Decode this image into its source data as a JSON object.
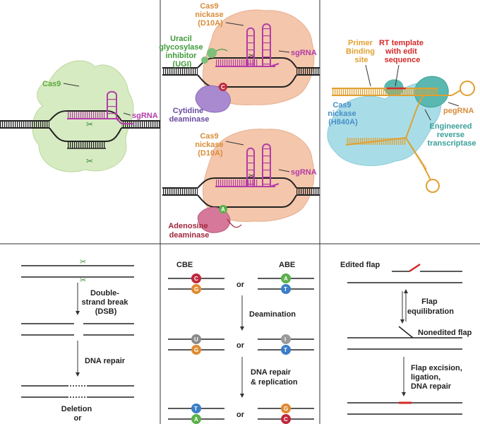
{
  "colors": {
    "cas9_green": "#5aa83c",
    "sgrna_magenta": "#b43ca8",
    "nickase_orange": "#d98c3a",
    "ugi_green": "#3f9a3a",
    "cytidine_purple": "#6a4aa0",
    "adenosine_red": "#a0283c",
    "rt_red": "#d62828",
    "primer_gold": "#e0a030",
    "h840a_blue": "#4a8ec8",
    "teal": "#3aa09a",
    "base_C": "#c0283c",
    "base_G": "#e08a30",
    "base_A": "#5ab04a",
    "base_T": "#3a7ec8",
    "base_U": "#8a8a8a",
    "base_I": "#9a9a9a"
  },
  "panel_cas9": {
    "cas9_label": "Cas9",
    "sgrna_label": "sgRNA"
  },
  "panel_base_editor": {
    "nickase_cbe": [
      "Cas9",
      "nickase",
      "(D10A)"
    ],
    "ugi": [
      "Uracil",
      "glycosylase",
      "inhibitor",
      "(UGI)"
    ],
    "sgrna_top": "sgRNA",
    "cytidine": [
      "Cytidine",
      "deaminase"
    ],
    "c_badge": "C",
    "nickase_abe": [
      "Cas9",
      "nickase",
      "(D10A)"
    ],
    "sgrna_bottom": "sgRNA",
    "a_badge": "A",
    "adenosine": [
      "Adenosine",
      "deaminase"
    ]
  },
  "panel_prime": {
    "primer_site": [
      "Primer",
      "Binding",
      "site"
    ],
    "rt_template": [
      "RT template",
      "with edit",
      "sequence"
    ],
    "nickase": [
      "Cas9",
      "nickase",
      "(H840A)"
    ],
    "pegrna": "pegRNA",
    "rt_enzyme": [
      "Engineered",
      "reverse",
      "transcriptase"
    ]
  },
  "steps_dsb": {
    "dsb": [
      "Double-",
      "strand break",
      "(DSB)"
    ],
    "repair": "DNA repair",
    "outcome": [
      "Deletion",
      "or"
    ]
  },
  "steps_base": {
    "cbe": "CBE",
    "abe": "ABE",
    "or": "or",
    "deamination": "Deamination",
    "repair": [
      "DNA repair",
      "& replication"
    ],
    "row1_left": [
      "C",
      "G"
    ],
    "row1_right": [
      "A",
      "T"
    ],
    "row2_left": [
      "U",
      "G"
    ],
    "row2_right": [
      "I",
      "T"
    ],
    "row3_left": [
      "T",
      "A"
    ],
    "row3_right": [
      "G",
      "C"
    ]
  },
  "steps_prime": {
    "edited_flap": "Edited flap",
    "equilibration": [
      "Flap",
      "equilibration"
    ],
    "nonedited": "Nonedited flap",
    "excision": [
      "Flap excision,",
      "ligation,",
      "DNA repair"
    ]
  }
}
